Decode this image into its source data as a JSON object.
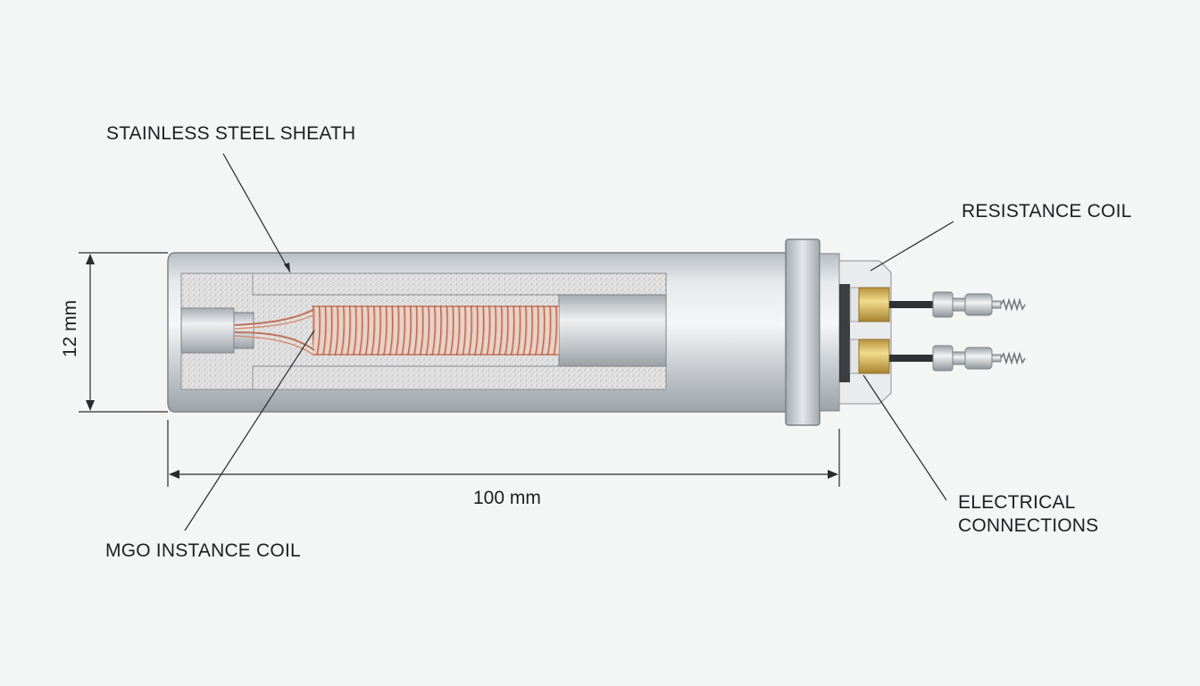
{
  "labels": {
    "sheath": "STAINLESS STEEL SHEATH",
    "resistance_coil": "RESISTANCE COIL",
    "mgo_coil": "MGO INSTANCE COIL",
    "electrical_line1": "ELECTRICAL",
    "electrical_line2": "CONNECTIONS"
  },
  "dimensions": {
    "diameter": "12 mm",
    "length": "100 mm"
  },
  "colors": {
    "background": "#f4f5f5",
    "sheath": "#c9cdd1",
    "insulation": "#dcdcdc",
    "copper": "#c0715a",
    "brass": "#d4b65a",
    "leader_lines": "#2a2b2d"
  }
}
